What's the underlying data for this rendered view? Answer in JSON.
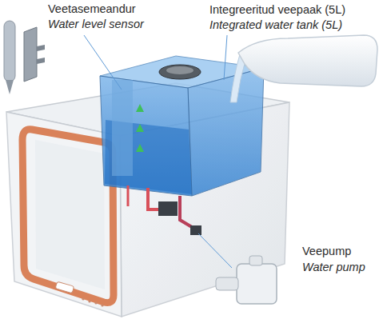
{
  "diagram": {
    "labels": [
      "Veetasemeandur",
      "Water level sensor",
      "Integreeritud veepaak (5L)",
      "Integrated water tank (5L)",
      "Veepump",
      "Water pump"
    ]
  }
}
